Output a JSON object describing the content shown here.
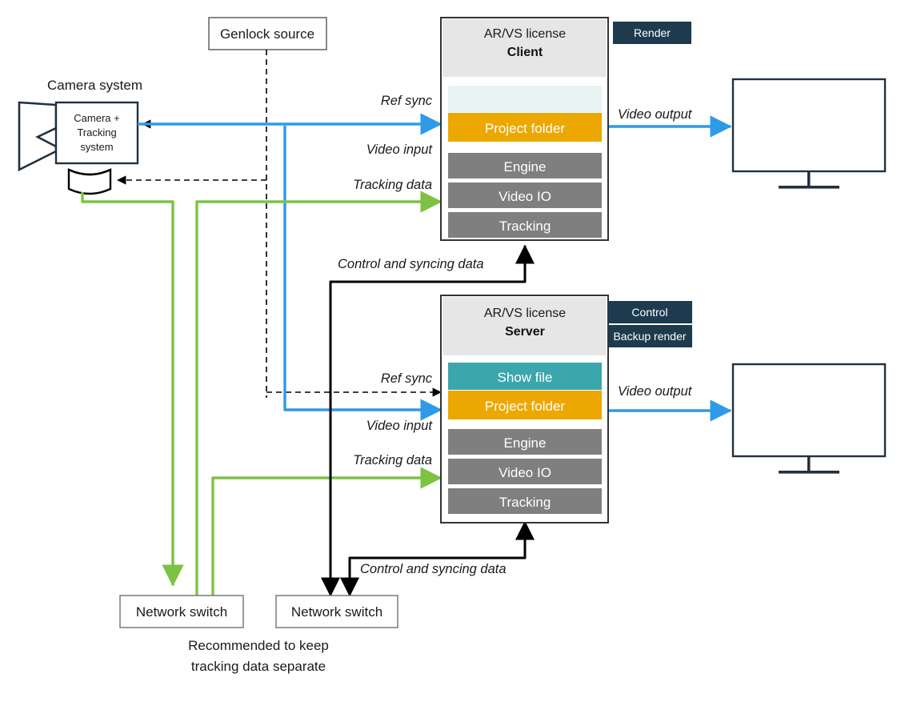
{
  "diagram": {
    "title_nodes": {
      "camera_system": "Camera system",
      "genlock": "Genlock source",
      "camera_box": [
        "Camera +",
        "Tracking",
        "system"
      ],
      "switch_left": "Network switch",
      "switch_right": "Network switch",
      "footnote": [
        "Recommended to keep",
        "tracking data separate"
      ]
    },
    "client": {
      "license_label": "AR/VS license",
      "role": "Client",
      "rows": [
        {
          "label": "",
          "fill": "#eaf3f4",
          "text_color": "#ffffff"
        },
        {
          "label": "Project folder",
          "fill": "#eda800",
          "text_color": "#ffffff"
        },
        {
          "label": "Engine",
          "fill": "#7f7f7f",
          "text_color": "#ffffff"
        },
        {
          "label": "Video IO",
          "fill": "#7f7f7f",
          "text_color": "#ffffff"
        },
        {
          "label": "Tracking",
          "fill": "#7f7f7f",
          "text_color": "#ffffff"
        }
      ],
      "badges": [
        "Render"
      ]
    },
    "server": {
      "license_label": "AR/VS license",
      "role": "Server",
      "rows": [
        {
          "label": "Show file",
          "fill": "#3ba6ab",
          "text_color": "#ffffff"
        },
        {
          "label": "Project folder",
          "fill": "#eda800",
          "text_color": "#ffffff"
        },
        {
          "label": "Engine",
          "fill": "#7f7f7f",
          "text_color": "#ffffff"
        },
        {
          "label": "Video IO",
          "fill": "#7f7f7f",
          "text_color": "#ffffff"
        },
        {
          "label": "Tracking",
          "fill": "#7f7f7f",
          "text_color": "#ffffff"
        }
      ],
      "badges": [
        "Control",
        "Backup render"
      ]
    },
    "edge_labels": {
      "ref_sync_client": "Ref sync",
      "video_input_client": "Video input",
      "tracking_data_client": "Tracking data",
      "video_output_client": "Video output",
      "control_sync_top": "Control and syncing data",
      "ref_sync_server": "Ref sync",
      "video_input_server": "Video input",
      "tracking_data_server": "Tracking data",
      "video_output_server": "Video output",
      "control_sync_bottom": "Control and syncing data"
    },
    "colors": {
      "video_blue": "#2f9ae8",
      "tracking_green": "#7dc242",
      "sync_black": "#000000",
      "badge_navy": "#1e3a4f",
      "header_grey": "#e6e6e6",
      "row_grey": "#7f7f7f",
      "row_orange": "#eda800",
      "row_teal": "#3ba6ab",
      "row_pale": "#eaf3f4",
      "outline_navy": "#22303f",
      "outline_grey": "#7a7a7a"
    }
  }
}
